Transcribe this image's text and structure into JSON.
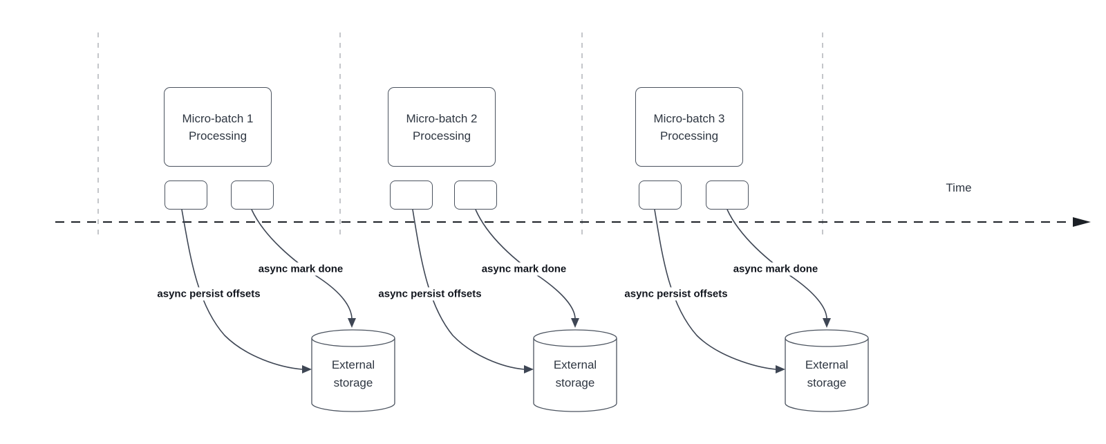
{
  "time_axis": {
    "label": "Time"
  },
  "batches": [
    {
      "box_line1": "Micro-batch 1",
      "box_line2": "Processing",
      "persist_label": "async persist offsets",
      "mark_label": "async mark done",
      "storage_line1": "External",
      "storage_line2": "storage"
    },
    {
      "box_line1": "Micro-batch 2",
      "box_line2": "Processing",
      "persist_label": "async persist offsets",
      "mark_label": "async mark done",
      "storage_line1": "External",
      "storage_line2": "storage"
    },
    {
      "box_line1": "Micro-batch 3",
      "box_line2": "Processing",
      "persist_label": "async persist offsets",
      "mark_label": "async mark done",
      "storage_line1": "External",
      "storage_line2": "storage"
    }
  ],
  "colors": {
    "shape_stroke": "#4a525e",
    "arrow_stroke": "#3e4654",
    "timeline_stroke": "#1c2026",
    "dashed_guide": "#b0b4b9",
    "label_text": "#11151d",
    "box_text": "#2e3641",
    "background": "#ffffff"
  }
}
